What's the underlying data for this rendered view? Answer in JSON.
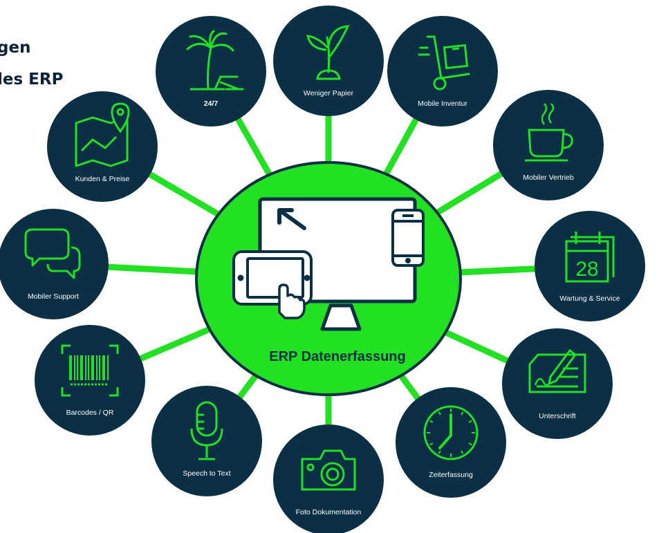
{
  "heading": {
    "line1": "gen",
    "line2": "les ERP"
  },
  "center": {
    "label": "ERP Datenerfassung"
  },
  "nodes": [
    {
      "id": "24-7",
      "label": "24/7",
      "icon": "palm-tree-icon"
    },
    {
      "id": "weniger-papier",
      "label": "Weniger Papier",
      "icon": "plant-icon"
    },
    {
      "id": "mobile-inventur",
      "label": "Mobile Inventur",
      "icon": "hand-truck-icon"
    },
    {
      "id": "mobiler-vertrieb",
      "label": "Mobiler Vertrieb",
      "icon": "coffee-cup-icon"
    },
    {
      "id": "wartung-service",
      "label": "Wartung & Service",
      "icon": "calendar-icon",
      "icon_text": "28"
    },
    {
      "id": "unterschrift",
      "label": "Unterschrift",
      "icon": "signature-icon"
    },
    {
      "id": "zeiterfassung",
      "label": "Zeiterfassung",
      "icon": "clock-icon"
    },
    {
      "id": "foto-dokumentation",
      "label": "Foto Dokumentation",
      "icon": "camera-icon"
    },
    {
      "id": "speech-to-text",
      "label": "Speech to Text",
      "icon": "microphone-icon"
    },
    {
      "id": "barcodes-qr",
      "label": "Barcodes / QR",
      "icon": "barcode-icon"
    },
    {
      "id": "mobiler-support",
      "label": "Mobiler Support",
      "icon": "chat-bubbles-icon"
    },
    {
      "id": "kunden-preise",
      "label": "Kunden & Preise",
      "icon": "map-pin-icon"
    }
  ],
  "colors": {
    "green": "#22e022",
    "navy": "#0b2f44",
    "heading": "#0b2239",
    "center_stroke": "#0b2f44"
  }
}
